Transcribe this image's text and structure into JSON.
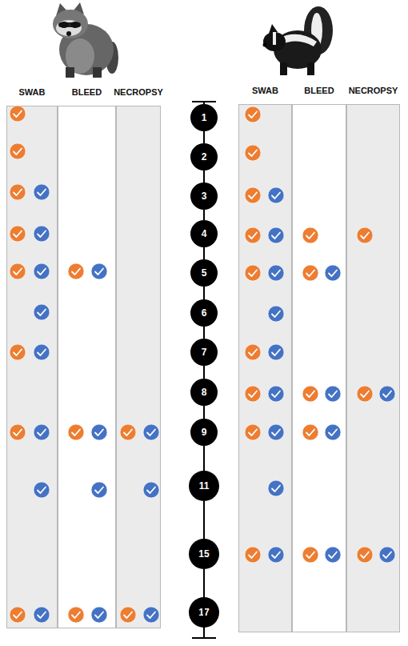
{
  "diagram": {
    "nodes": [
      {
        "text": [
          "SWAB"
        ]
      },
      {
        "text": [
          "BLEED"
        ]
      },
      {
        "text": [
          "NECROPSY"
        ]
      },
      {
        "text": [
          "SWAB"
        ]
      },
      {
        "text": [
          "BLEED"
        ]
      },
      {
        "text": [
          "NECROPSY"
        ]
      },
      {
        "text": [
          "1"
        ]
      },
      {
        "text": [
          "2"
        ]
      },
      {
        "text": [
          "3"
        ]
      },
      {
        "text": [
          "4"
        ]
      },
      {
        "text": [
          "5"
        ]
      },
      {
        "text": [
          "6"
        ]
      },
      {
        "text": [
          "7"
        ]
      },
      {
        "text": [
          "8"
        ]
      },
      {
        "text": [
          "9"
        ]
      },
      {
        "text": [
          "11"
        ]
      },
      {
        "text": [
          "15"
        ]
      },
      {
        "text": [
          "17"
        ]
      }
    ],
    "edges": [
      {
        "from": 6,
        "to": 7,
        "arrow": "none"
      },
      {
        "from": 7,
        "to": 8,
        "arrow": "none"
      },
      {
        "from": 8,
        "to": 9,
        "arrow": "none"
      },
      {
        "from": 9,
        "to": 10,
        "arrow": "none"
      },
      {
        "from": 10,
        "to": 11,
        "arrow": "none"
      },
      {
        "from": 11,
        "to": 12,
        "arrow": "none"
      },
      {
        "from": 12,
        "to": 13,
        "arrow": "none"
      },
      {
        "from": 13,
        "to": 14,
        "arrow": "none"
      },
      {
        "from": 14,
        "to": 15,
        "arrow": "none"
      },
      {
        "from": 15,
        "to": 16,
        "arrow": "none"
      },
      {
        "from": 16,
        "to": 17,
        "arrow": "none"
      }
    ]
  }
}
